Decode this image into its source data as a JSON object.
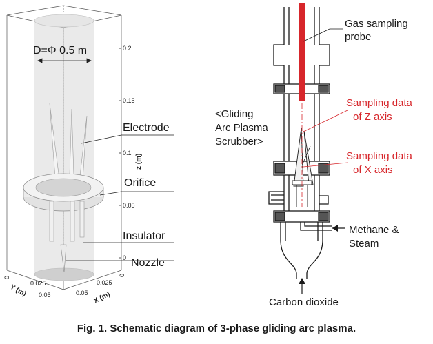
{
  "left_labels": {
    "diameter": "D=Φ 0.5 m",
    "electrode": "Electrode",
    "orifice": "Orifice",
    "insulator": "Insulator",
    "nozzle": "Nozzle"
  },
  "z_axis": {
    "title": "z (m)",
    "ticks": [
      "0.2",
      "0.15",
      "0.1",
      "0.05",
      "0"
    ]
  },
  "y_axis": {
    "title": "Y (m)",
    "ticks": [
      "0",
      "0.025",
      "0.05"
    ]
  },
  "x_axis": {
    "title": "X (m)",
    "ticks": [
      "0",
      "0.025",
      "0.05"
    ]
  },
  "right_labels": {
    "probe_1": "Gas sampling",
    "probe_2": "probe",
    "scrubber_1": "<Gliding",
    "scrubber_2": "Arc Plasma",
    "scrubber_3": "Scrubber>",
    "z_data_1": "Sampling data",
    "z_data_2": "of Z axis",
    "x_data_1": "Sampling data",
    "x_data_2": "of X axis",
    "methane_1": "Methane &",
    "methane_2": "Steam",
    "co2": "Carbon dioxide"
  },
  "caption": "Fig. 1. Schematic diagram of 3-phase gliding arc plasma.",
  "colors": {
    "probe": "#d7262b",
    "annotation": "#d7262b"
  }
}
